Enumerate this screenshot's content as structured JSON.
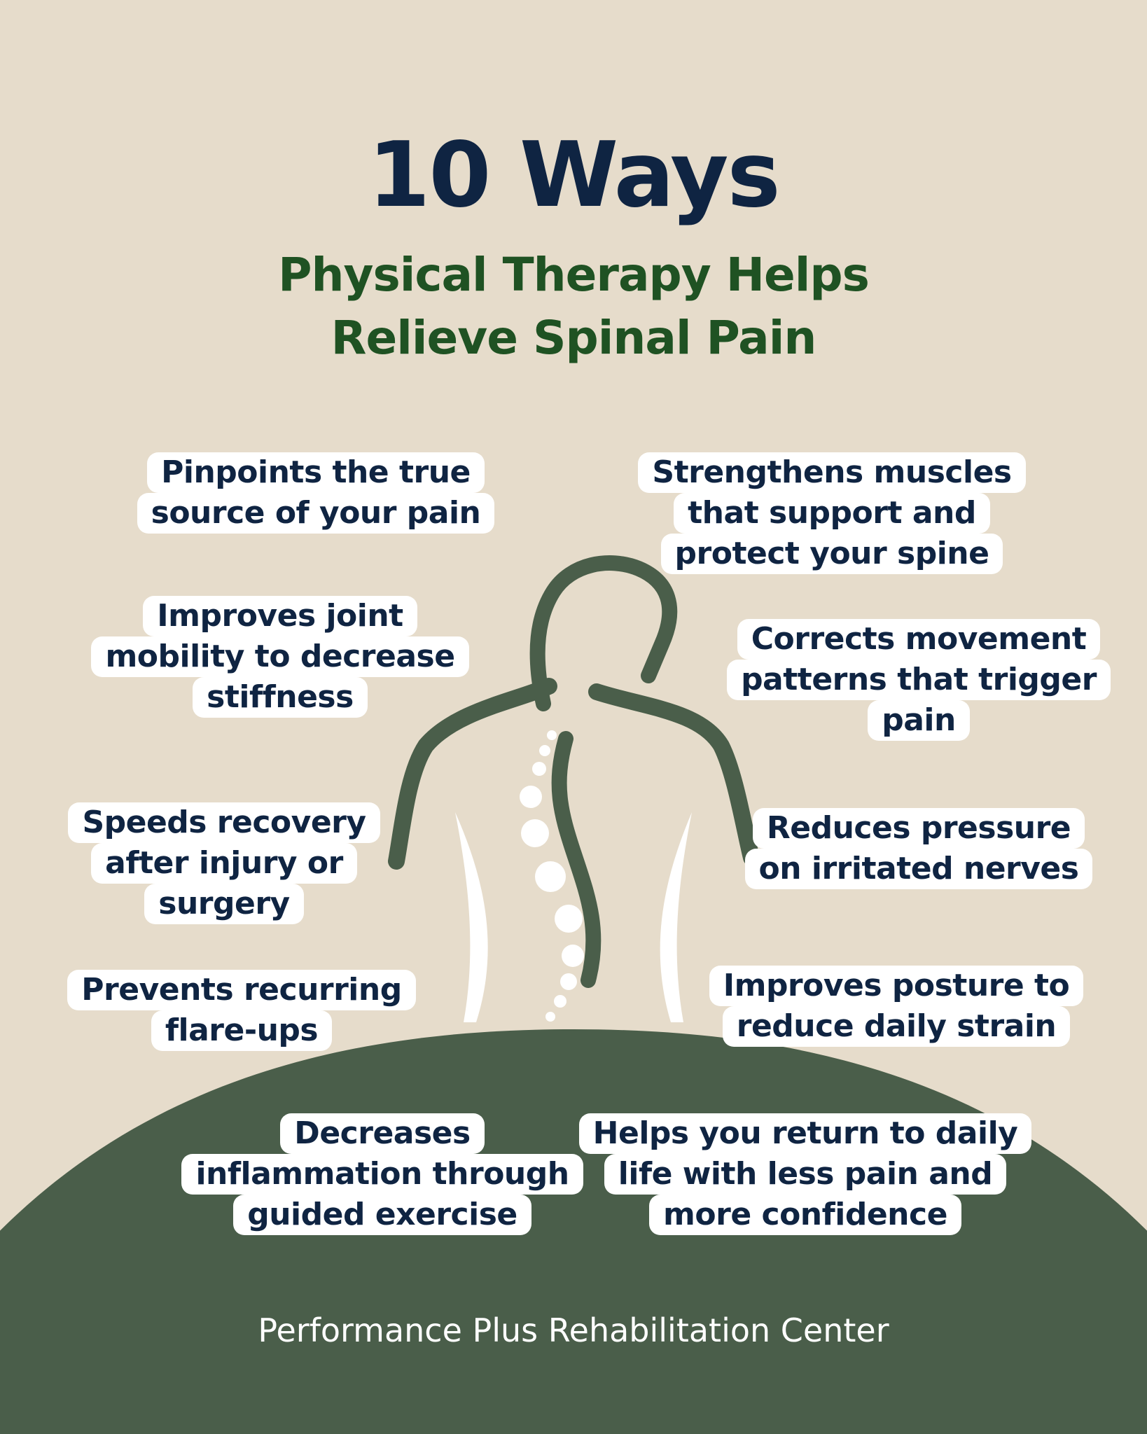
{
  "title": {
    "main": "10 Ways",
    "sub_line1": "Physical Therapy Helps",
    "sub_line2": "Relieve Spinal Pain"
  },
  "benefits": {
    "pinpoints": [
      "Pinpoints the true",
      "source of your pain"
    ],
    "strengthens": [
      "Strengthens muscles",
      "that support and",
      "protect your spine"
    ],
    "joint_mobility": [
      "Improves joint",
      "mobility to decrease",
      "stiffness"
    ],
    "movement_patterns": [
      "Corrects movement",
      "patterns that trigger",
      "pain"
    ],
    "recovery": [
      "Speeds recovery",
      "after injury or",
      "surgery"
    ],
    "nerves": [
      "Reduces pressure",
      "on irritated nerves"
    ],
    "flare_ups": [
      "Prevents recurring",
      "flare-ups"
    ],
    "posture": [
      "Improves posture to",
      "reduce daily strain"
    ],
    "inflammation": [
      "Decreases",
      "inflammation through",
      "guided exercise"
    ],
    "daily_life": [
      "Helps you return to daily",
      "life with less pain and",
      "more confidence"
    ]
  },
  "footer": "Performance Plus Rehabilitation Center",
  "colors": {
    "background": "#e6dccb",
    "title_navy": "#0f2442",
    "subtitle_green": "#1f5223",
    "figure_green": "#4a5e4a",
    "box_white": "#ffffff"
  },
  "icons": {
    "figure": "human-back-silhouette-icon",
    "spine": "spine-vertebrae-icon"
  }
}
